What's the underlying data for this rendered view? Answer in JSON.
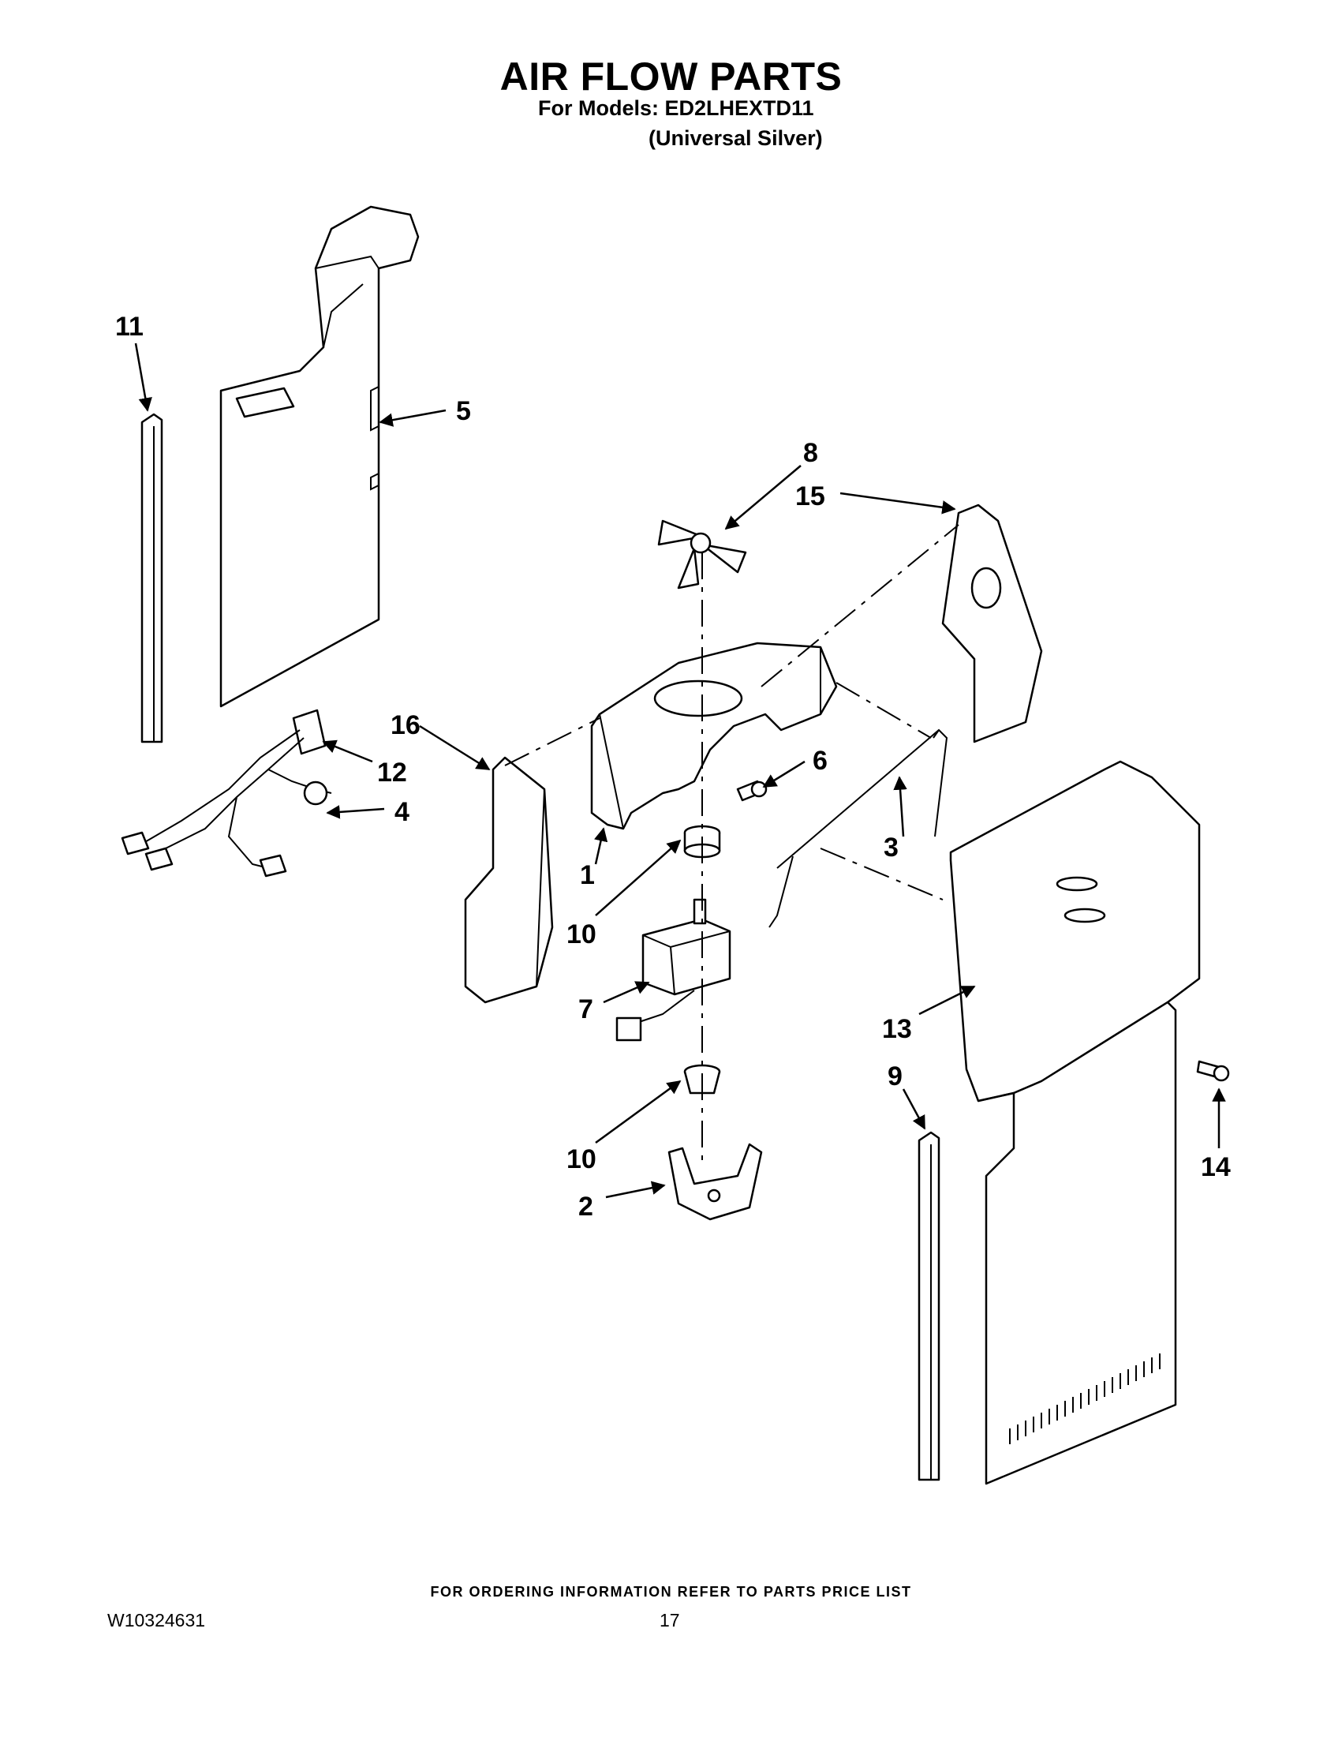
{
  "header": {
    "title": "AIR FLOW PARTS",
    "models_line": "For Models: ED2LHEXTD11",
    "variant_line": "(Universal Silver)"
  },
  "callouts": {
    "p1": "1",
    "p2": "2",
    "p3": "3",
    "p4": "4",
    "p5": "5",
    "p6": "6",
    "p7": "7",
    "p8": "8",
    "p9": "9",
    "p10a": "10",
    "p10b": "10",
    "p11": "11",
    "p12": "12",
    "p13": "13",
    "p14": "14",
    "p15": "15",
    "p16": "16"
  },
  "footer": {
    "ordering_note": "FOR ORDERING INFORMATION REFER TO PARTS PRICE LIST",
    "document_number": "W10324631",
    "page_number": "17"
  }
}
